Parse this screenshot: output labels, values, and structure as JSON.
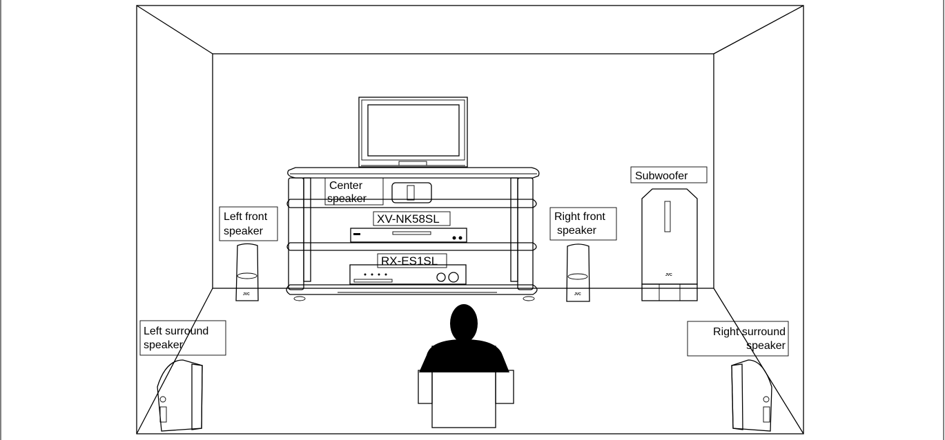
{
  "labels": {
    "center_speaker": [
      "Center",
      "speaker"
    ],
    "dvd_player": "XV-NK58SL",
    "receiver": "RX-ES1SL",
    "subwoofer": "Subwoofer",
    "left_front": [
      "Left front",
      "speaker"
    ],
    "right_front": [
      "Right front",
      "speaker"
    ],
    "left_surround": [
      "Left surround",
      "speaker"
    ],
    "right_surround": [
      "Right surround",
      "speaker"
    ]
  },
  "brand_mark": "JVC",
  "colors": {
    "line": "#000000",
    "speaker_fill": "#bdbdbd",
    "speaker_shade": "#8f8f8f",
    "listener": "#000000",
    "background": "#ffffff"
  }
}
